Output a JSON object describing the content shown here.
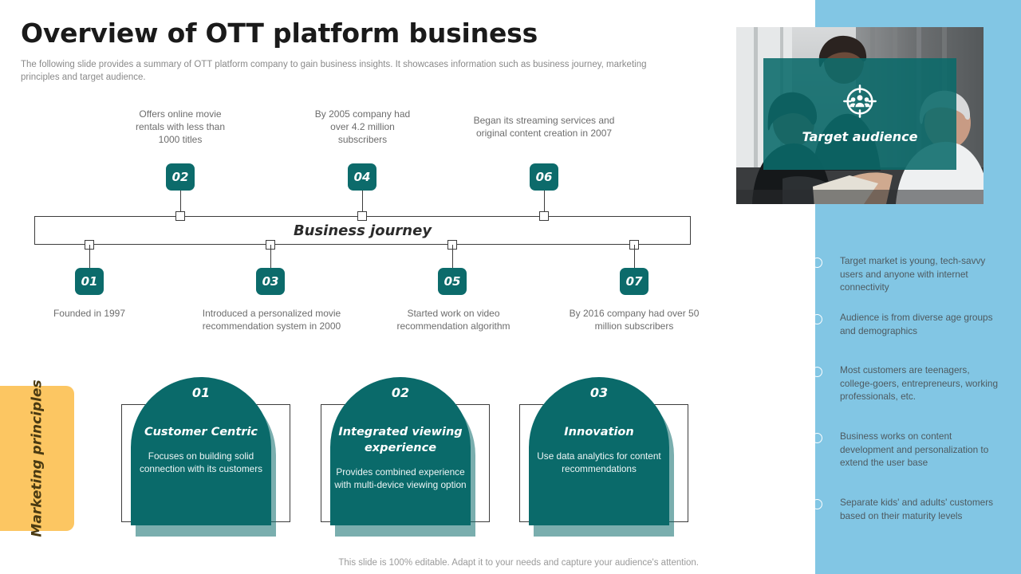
{
  "header": {
    "title": "Overview of OTT platform business",
    "subtitle": "The following slide provides a summary of OTT platform company to gain business insights. It showcases information such as business journey, marketing principles and target audience."
  },
  "timeline": {
    "bar_label": "Business journey",
    "milestones": [
      {
        "num": "01",
        "text": "Founded in 1997",
        "side": "below"
      },
      {
        "num": "02",
        "text": "Offers online movie rentals with less than 1000 titles",
        "side": "above"
      },
      {
        "num": "03",
        "text": "Introduced a personalized movie recommendation system in 2000",
        "side": "below"
      },
      {
        "num": "04",
        "text": "By 2005 company had over 4.2 million subscribers",
        "side": "above"
      },
      {
        "num": "05",
        "text": "Started work on video recommendation algorithm",
        "side": "below"
      },
      {
        "num": "06",
        "text": "Began its streaming services and original content creation in 2007",
        "side": "above"
      },
      {
        "num": "07",
        "text": "By 2016 company had over 50 million subscribers",
        "side": "below"
      }
    ]
  },
  "marketing": {
    "tab_label": "Marketing principles",
    "cards": [
      {
        "num": "01",
        "title": "Customer Centric",
        "desc": "Focuses on building solid connection with its customers"
      },
      {
        "num": "02",
        "title": "Integrated viewing experience",
        "desc": "Provides combined experience with multi-device viewing option"
      },
      {
        "num": "03",
        "title": "Innovation",
        "desc": "Use data analytics for content recommendations"
      }
    ]
  },
  "target_audience": {
    "overlay_title": "Target audience",
    "icon": "target-people-icon",
    "bullets": [
      "Target market is young, tech-savvy users and anyone with internet connectivity",
      "Audience is from diverse age groups and demographics",
      "Most customers are teenagers, college-goers, entrepreneurs, working professionals, etc.",
      "Business works on content development and personalization to extend the user base",
      "Separate kids' and adults' customers based on their maturity levels"
    ]
  },
  "footer": {
    "note": "This slide is 100% editable. Adapt it to your needs and capture your audience's attention."
  },
  "colors": {
    "teal": "#0a6a6a",
    "blue_panel": "#82c6e4",
    "yellow_tab": "#fcc662",
    "body_text": "#6d6d6d"
  }
}
